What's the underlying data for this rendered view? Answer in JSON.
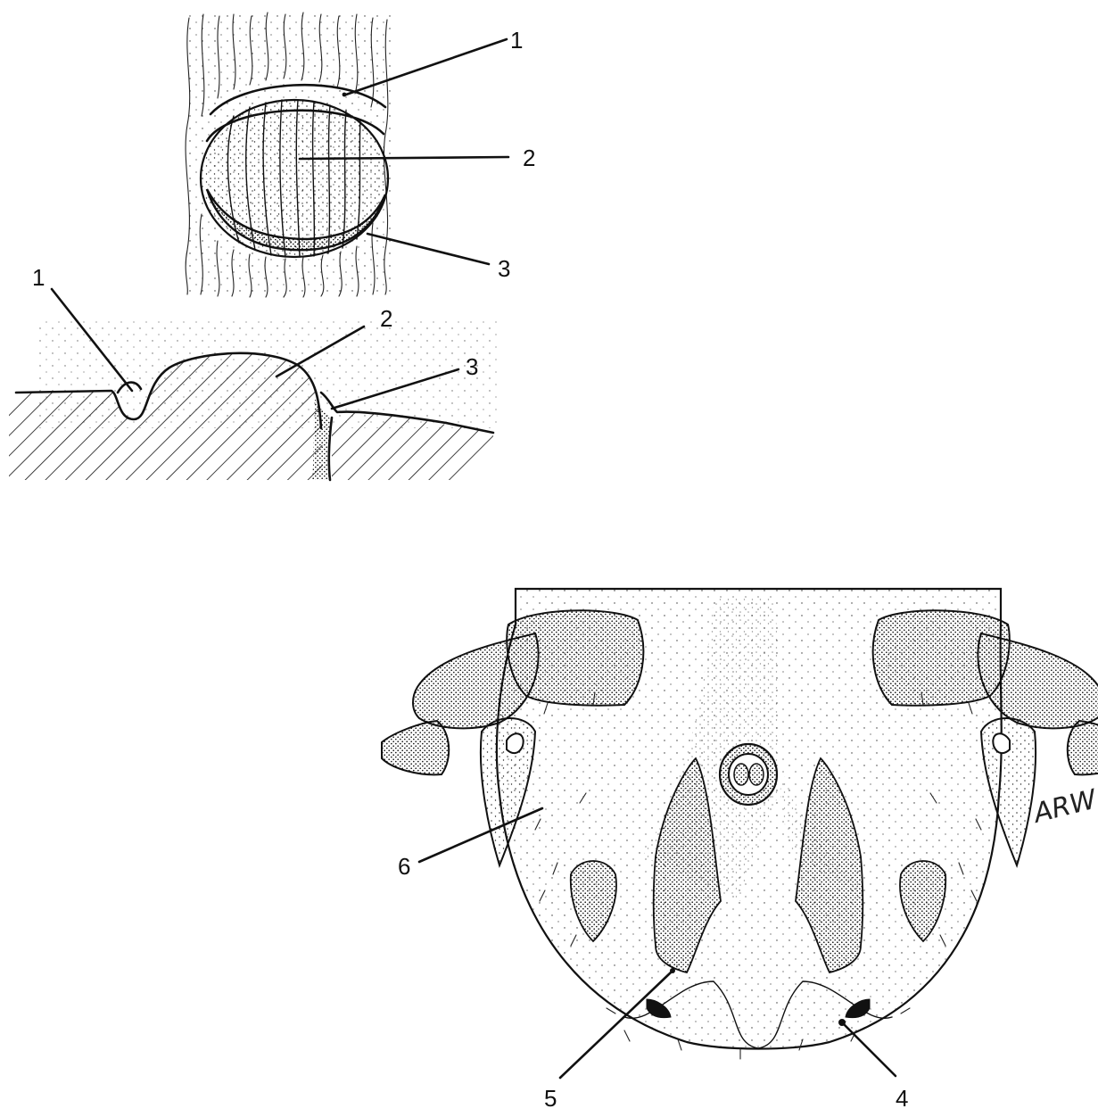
{
  "figure_top": {
    "labels": [
      "1",
      "2",
      "3"
    ]
  },
  "figure_section": {
    "labels": [
      "1",
      "2",
      "3"
    ]
  },
  "figure_bottom": {
    "labels": [
      "4",
      "5",
      "6"
    ],
    "signature": "ARW"
  }
}
